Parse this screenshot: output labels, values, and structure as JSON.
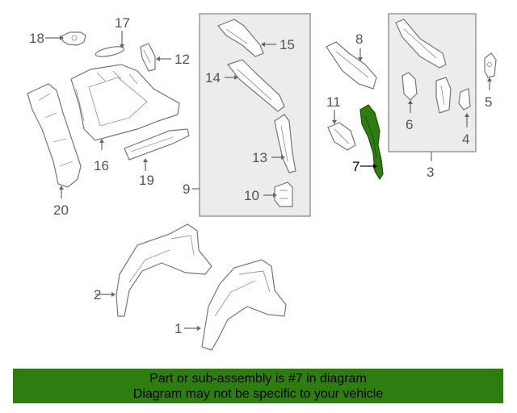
{
  "callouts": {
    "n1": "1",
    "n2": "2",
    "n3": "3",
    "n4": "4",
    "n5": "5",
    "n6": "6",
    "n7": "7",
    "n8": "8",
    "n9": "9",
    "n10": "10",
    "n11": "11",
    "n12": "12",
    "n13": "13",
    "n14": "14",
    "n15": "15",
    "n16": "16",
    "n17": "17",
    "n18": "18",
    "n19": "19",
    "n20": "20"
  },
  "highlight": {
    "part_number": "7",
    "color": "#2e7d11"
  },
  "banner": {
    "line1": "Part or sub-assembly is #7 in diagram",
    "line2": "Diagram may not be specific to your vehicle",
    "background": "#2e7d11"
  }
}
